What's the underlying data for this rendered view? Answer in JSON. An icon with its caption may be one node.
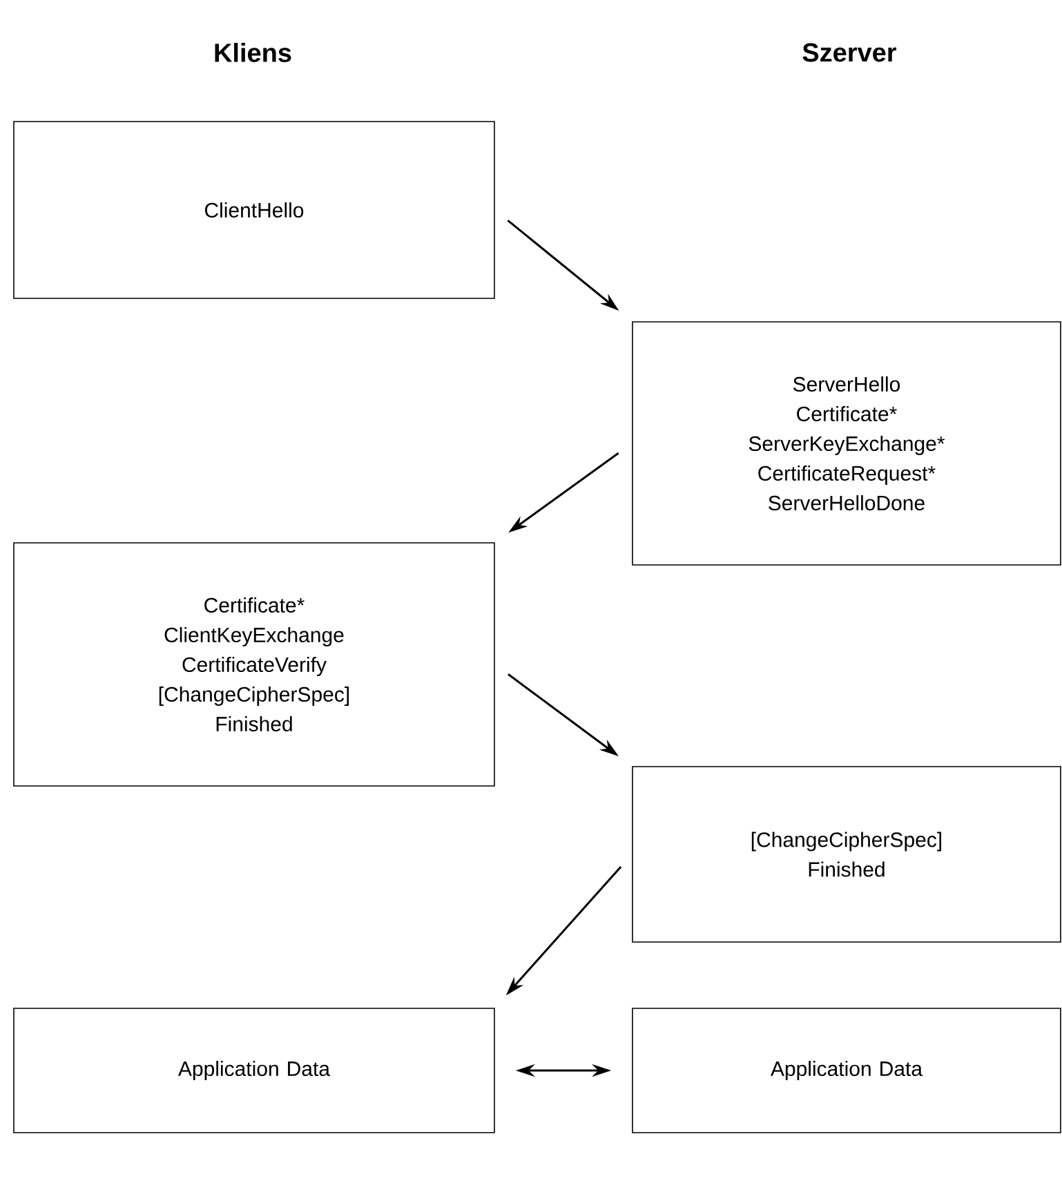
{
  "diagram": {
    "nodes": [
      {
        "text": [
          "ClientHello"
        ]
      },
      {
        "text": [
          "ServerHello",
          "Certificate*",
          "ServerKeyExchange*",
          "CertificateRequest*",
          "ServerHelloDone"
        ]
      },
      {
        "text": [
          "Certificate*",
          "ClientKeyExchange",
          "CertificateVerify",
          "[ChangeCipherSpec]",
          "Finished"
        ]
      },
      {
        "text": [
          "[ChangeCipherSpec]",
          "Finished"
        ]
      },
      {
        "text": [
          "Application Data"
        ]
      },
      {
        "text": [
          "Application Data"
        ]
      }
    ],
    "edges": [
      {
        "from": 0,
        "to": 1,
        "arrow": "to"
      },
      {
        "from": 1,
        "to": 2,
        "arrow": "to"
      },
      {
        "from": 2,
        "to": 3,
        "arrow": "to"
      },
      {
        "from": 3,
        "to": 4,
        "arrow": "to"
      },
      {
        "from": 4,
        "to": 5,
        "arrow": "both"
      }
    ],
    "labels": [
      "Kliens",
      "Szerver"
    ]
  }
}
